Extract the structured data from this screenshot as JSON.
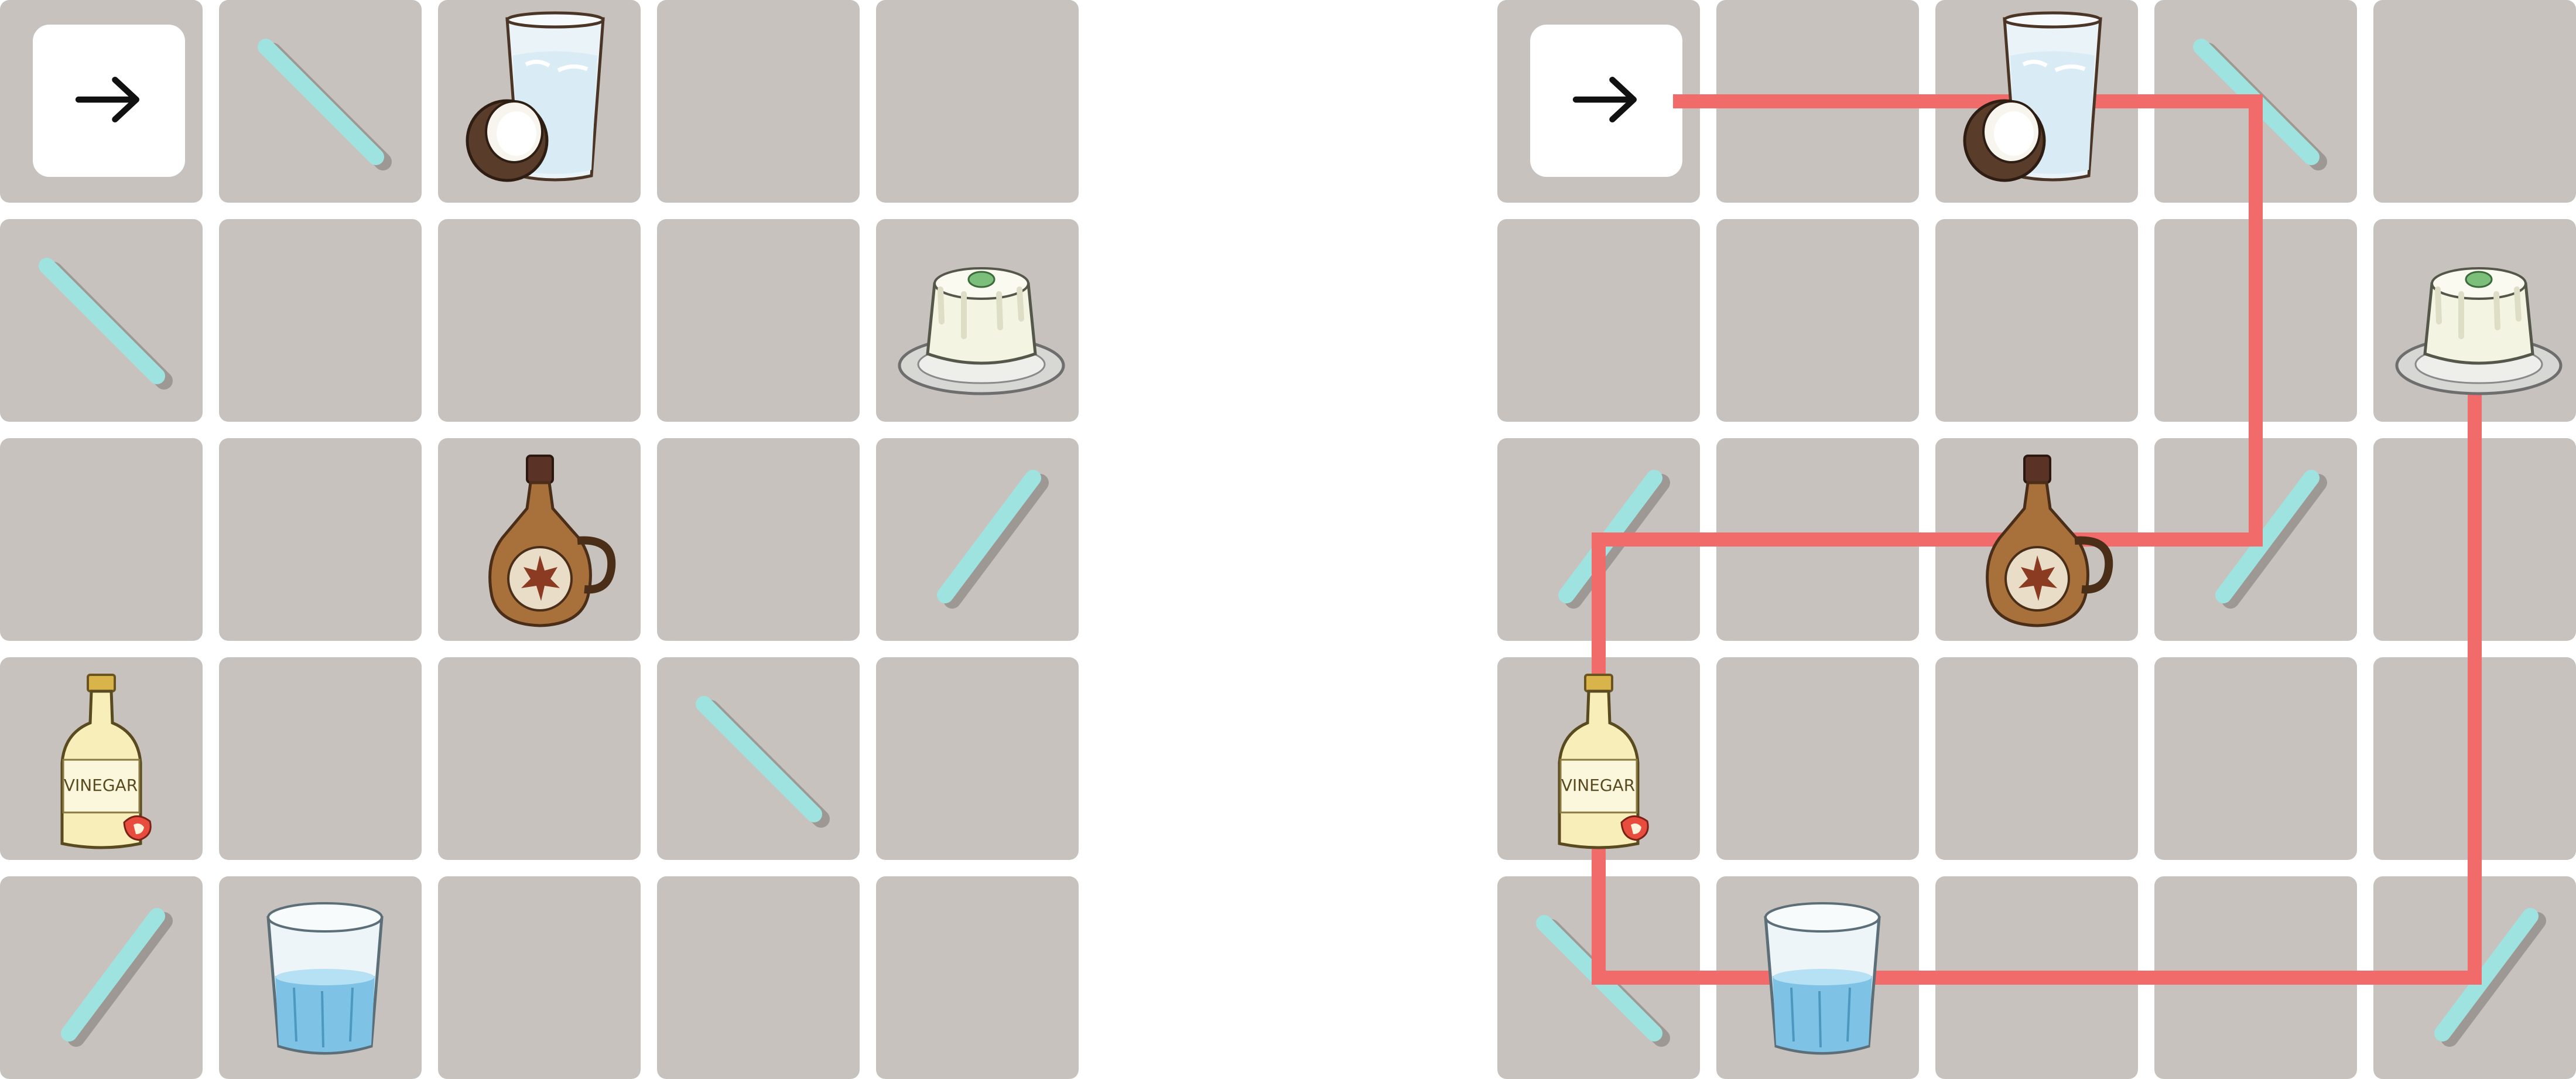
{
  "colors": {
    "background": "#ffffff",
    "tile": "#c7c2bd",
    "mirror": "#9fe3e0",
    "mirror_shadow": "#7a7672",
    "path": "#f26b6b",
    "start_tile": "#ffffff"
  },
  "boards": [
    {
      "id": "puzzle",
      "show_path": false,
      "start": {
        "row": 0,
        "col": 0,
        "icon": "right-arrow-icon"
      },
      "mirrors": [
        {
          "row": 0,
          "col": 1,
          "dir": "\\"
        },
        {
          "row": 1,
          "col": 0,
          "dir": "\\"
        },
        {
          "row": 2,
          "col": 4,
          "dir": "/"
        },
        {
          "row": 3,
          "col": 3,
          "dir": "\\"
        },
        {
          "row": 4,
          "col": 0,
          "dir": "/"
        }
      ],
      "items": [
        {
          "row": 0,
          "col": 2,
          "icon": "coconut-water-icon"
        },
        {
          "row": 1,
          "col": 4,
          "icon": "panna-cotta-icon"
        },
        {
          "row": 2,
          "col": 2,
          "icon": "maple-syrup-icon"
        },
        {
          "row": 3,
          "col": 0,
          "icon": "vinegar-icon"
        },
        {
          "row": 4,
          "col": 1,
          "icon": "water-glass-icon"
        }
      ]
    },
    {
      "id": "solution",
      "show_path": true,
      "start": {
        "row": 0,
        "col": 0,
        "icon": "right-arrow-icon"
      },
      "mirrors": [
        {
          "row": 0,
          "col": 3,
          "dir": "\\"
        },
        {
          "row": 2,
          "col": 0,
          "dir": "/"
        },
        {
          "row": 2,
          "col": 3,
          "dir": "/"
        },
        {
          "row": 4,
          "col": 0,
          "dir": "\\"
        },
        {
          "row": 4,
          "col": 4,
          "dir": "/"
        }
      ],
      "items": [
        {
          "row": 0,
          "col": 2,
          "icon": "coconut-water-icon"
        },
        {
          "row": 1,
          "col": 4,
          "icon": "panna-cotta-icon"
        },
        {
          "row": 2,
          "col": 2,
          "icon": "maple-syrup-icon"
        },
        {
          "row": 3,
          "col": 0,
          "icon": "vinegar-icon"
        },
        {
          "row": 4,
          "col": 1,
          "icon": "water-glass-icon"
        }
      ],
      "path": [
        {
          "row": 0,
          "col": 0
        },
        {
          "row": 0,
          "col": 3
        },
        {
          "row": 2,
          "col": 3
        },
        {
          "row": 2,
          "col": 0
        },
        {
          "row": 4,
          "col": 0
        },
        {
          "row": 4,
          "col": 4
        },
        {
          "row": 1,
          "col": 4
        }
      ]
    }
  ]
}
